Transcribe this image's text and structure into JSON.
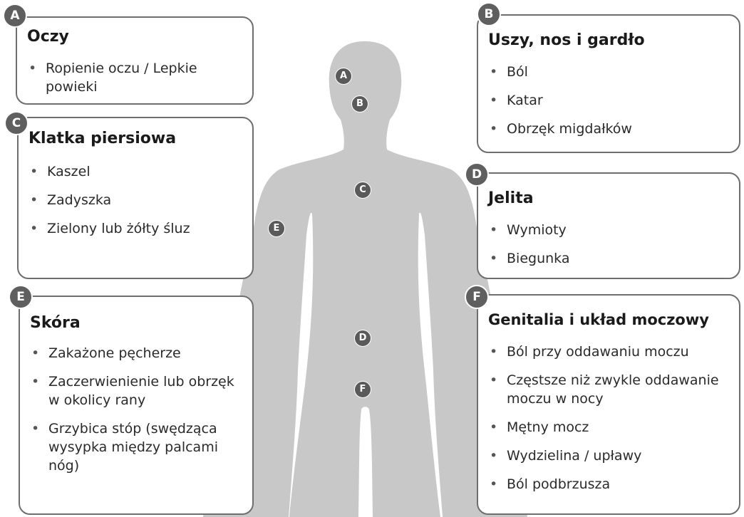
{
  "colors": {
    "silhouette": "#c8c8c8",
    "card_border": "#6e6e6e",
    "badge": "#5f5f5f"
  },
  "body_markers": {
    "A": "A",
    "B": "B",
    "C": "C",
    "D": "D",
    "E": "E",
    "F": "F"
  },
  "sections": {
    "A": {
      "letter": "A",
      "title": "Oczy",
      "items": [
        "Ropienie oczu / Lepkie powieki"
      ]
    },
    "B": {
      "letter": "B",
      "title": "Uszy, nos i gardło",
      "items": [
        "Ból",
        "Katar",
        "Obrzęk migdałków"
      ]
    },
    "C": {
      "letter": "C",
      "title": "Klatka piersiowa",
      "items": [
        "Kaszel",
        "Zadyszka",
        "Zielony lub żółty śluz"
      ]
    },
    "D": {
      "letter": "D",
      "title": "Jelita",
      "items": [
        "Wymioty",
        "Biegunka"
      ]
    },
    "E": {
      "letter": "E",
      "title": "Skóra",
      "items": [
        "Zakażone pęcherze",
        "Zaczerwienienie lub obrzęk w okolicy rany",
        "Grzybica stóp (swędząca wysypka między palcami nóg)"
      ]
    },
    "F": {
      "letter": "F",
      "title": "Genitalia i układ moczowy",
      "items": [
        "Ból przy oddawaniu moczu",
        "Częstsze niż zwykle oddawanie moczu w nocy",
        "Mętny mocz",
        "Wydzielina / upławy",
        "Ból podbrzusza"
      ]
    }
  }
}
